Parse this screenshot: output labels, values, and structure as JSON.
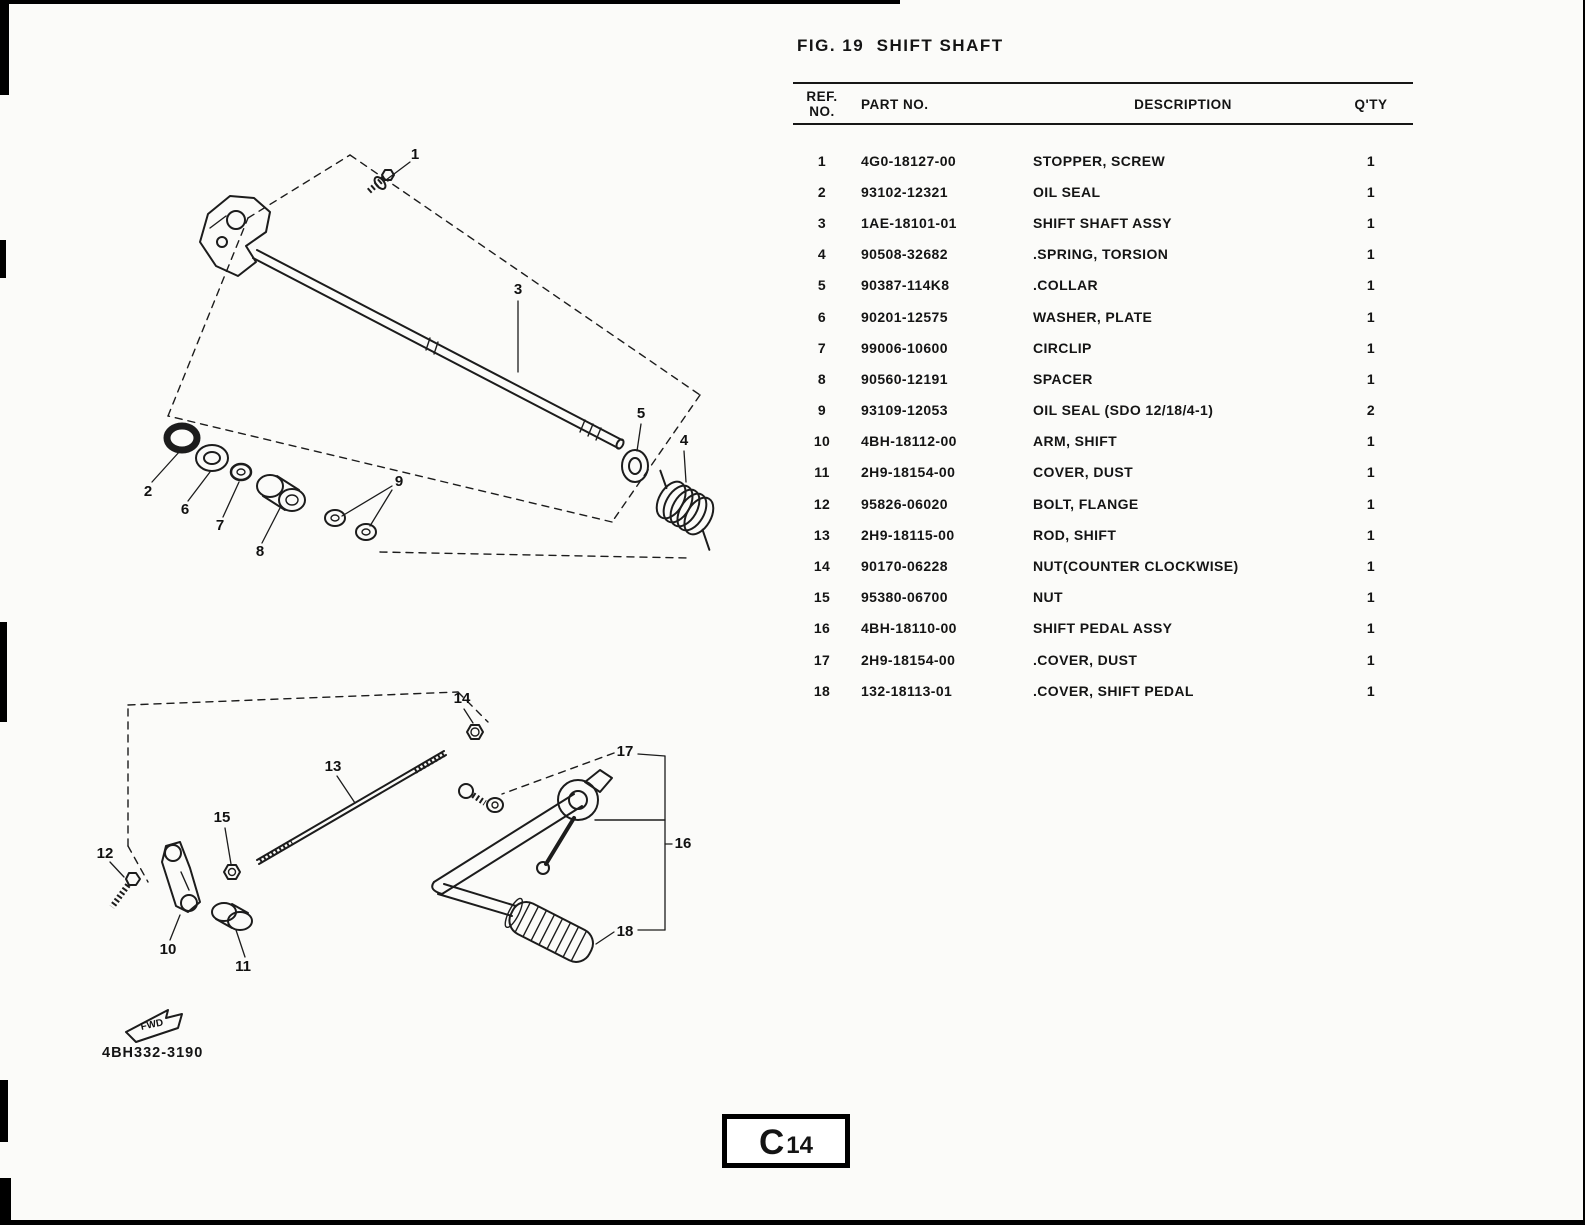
{
  "page": {
    "figure_title": "FIG. 19  SHIFT SHAFT",
    "drawing_number": "4BH332-3190",
    "page_code_letter": "C",
    "page_code_number": "14",
    "fwd_label": "FWD"
  },
  "table": {
    "headers": {
      "ref_line1": "REF.",
      "ref_line2": "NO.",
      "part": "PART NO.",
      "desc": "DESCRIPTION",
      "qty": "Q'TY"
    },
    "rows": [
      {
        "ref": "1",
        "part": "4G0-18127-00",
        "desc": "STOPPER, SCREW",
        "qty": "1"
      },
      {
        "ref": "2",
        "part": "93102-12321",
        "desc": "OIL SEAL",
        "qty": "1"
      },
      {
        "ref": "3",
        "part": "1AE-18101-01",
        "desc": "SHIFT SHAFT ASSY",
        "qty": "1"
      },
      {
        "ref": "4",
        "part": "90508-32682",
        "desc": ".SPRING, TORSION",
        "qty": "1"
      },
      {
        "ref": "5",
        "part": "90387-114K8",
        "desc": ".COLLAR",
        "qty": "1"
      },
      {
        "ref": "6",
        "part": "90201-12575",
        "desc": "WASHER, PLATE",
        "qty": "1"
      },
      {
        "ref": "7",
        "part": "99006-10600",
        "desc": "CIRCLIP",
        "qty": "1"
      },
      {
        "ref": "8",
        "part": "90560-12191",
        "desc": "SPACER",
        "qty": "1"
      },
      {
        "ref": "9",
        "part": "93109-12053",
        "desc": "OIL SEAL (SDO 12/18/4-1)",
        "qty": "2"
      },
      {
        "ref": "10",
        "part": "4BH-18112-00",
        "desc": "ARM, SHIFT",
        "qty": "1"
      },
      {
        "ref": "11",
        "part": "2H9-18154-00",
        "desc": "COVER, DUST",
        "qty": "1"
      },
      {
        "ref": "12",
        "part": "95826-06020",
        "desc": "BOLT, FLANGE",
        "qty": "1"
      },
      {
        "ref": "13",
        "part": "2H9-18115-00",
        "desc": "ROD, SHIFT",
        "qty": "1"
      },
      {
        "ref": "14",
        "part": "90170-06228",
        "desc": "NUT(COUNTER CLOCKWISE)",
        "qty": "1"
      },
      {
        "ref": "15",
        "part": "95380-06700",
        "desc": "NUT",
        "qty": "1"
      },
      {
        "ref": "16",
        "part": "4BH-18110-00",
        "desc": "SHIFT PEDAL ASSY",
        "qty": "1"
      },
      {
        "ref": "17",
        "part": "2H9-18154-00",
        "desc": ".COVER, DUST",
        "qty": "1"
      },
      {
        "ref": "18",
        "part": "132-18113-01",
        "desc": ".COVER, SHIFT PEDAL",
        "qty": "1"
      }
    ]
  },
  "diagram": {
    "callouts": [
      "1",
      "2",
      "3",
      "4",
      "5",
      "6",
      "7",
      "8",
      "9",
      "10",
      "11",
      "12",
      "13",
      "14",
      "15",
      "16",
      "17",
      "18"
    ]
  }
}
